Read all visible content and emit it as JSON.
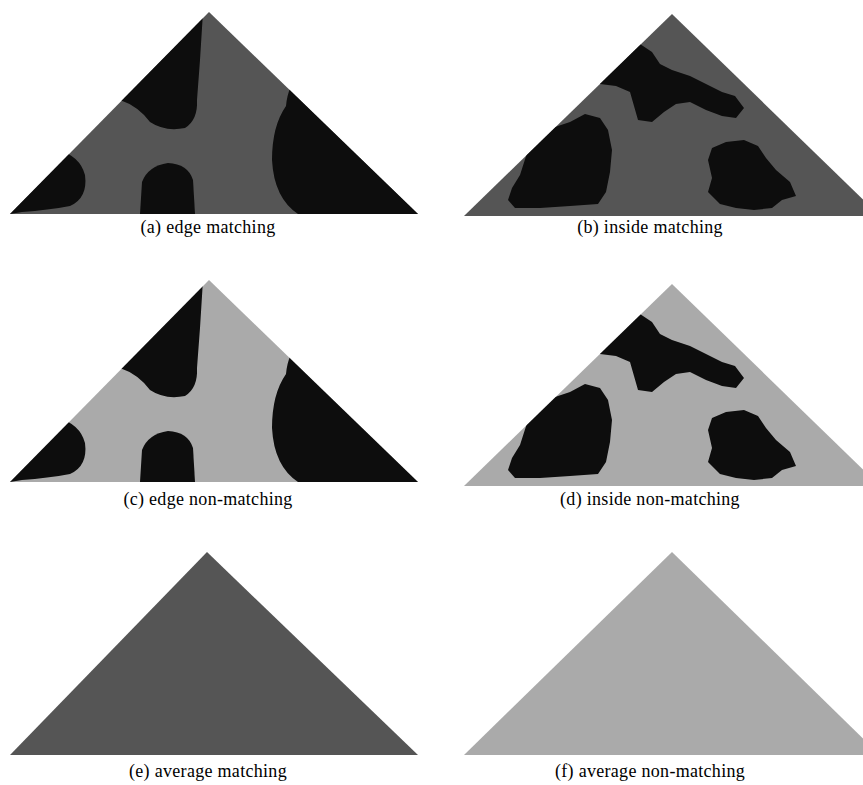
{
  "diagram": {
    "labels": [
      "(a) edge matching",
      "(b) inside matching",
      "(c) edge non-matching",
      "(d) inside non-matching",
      "(e) average matching",
      "(f) average non-matching"
    ]
  }
}
